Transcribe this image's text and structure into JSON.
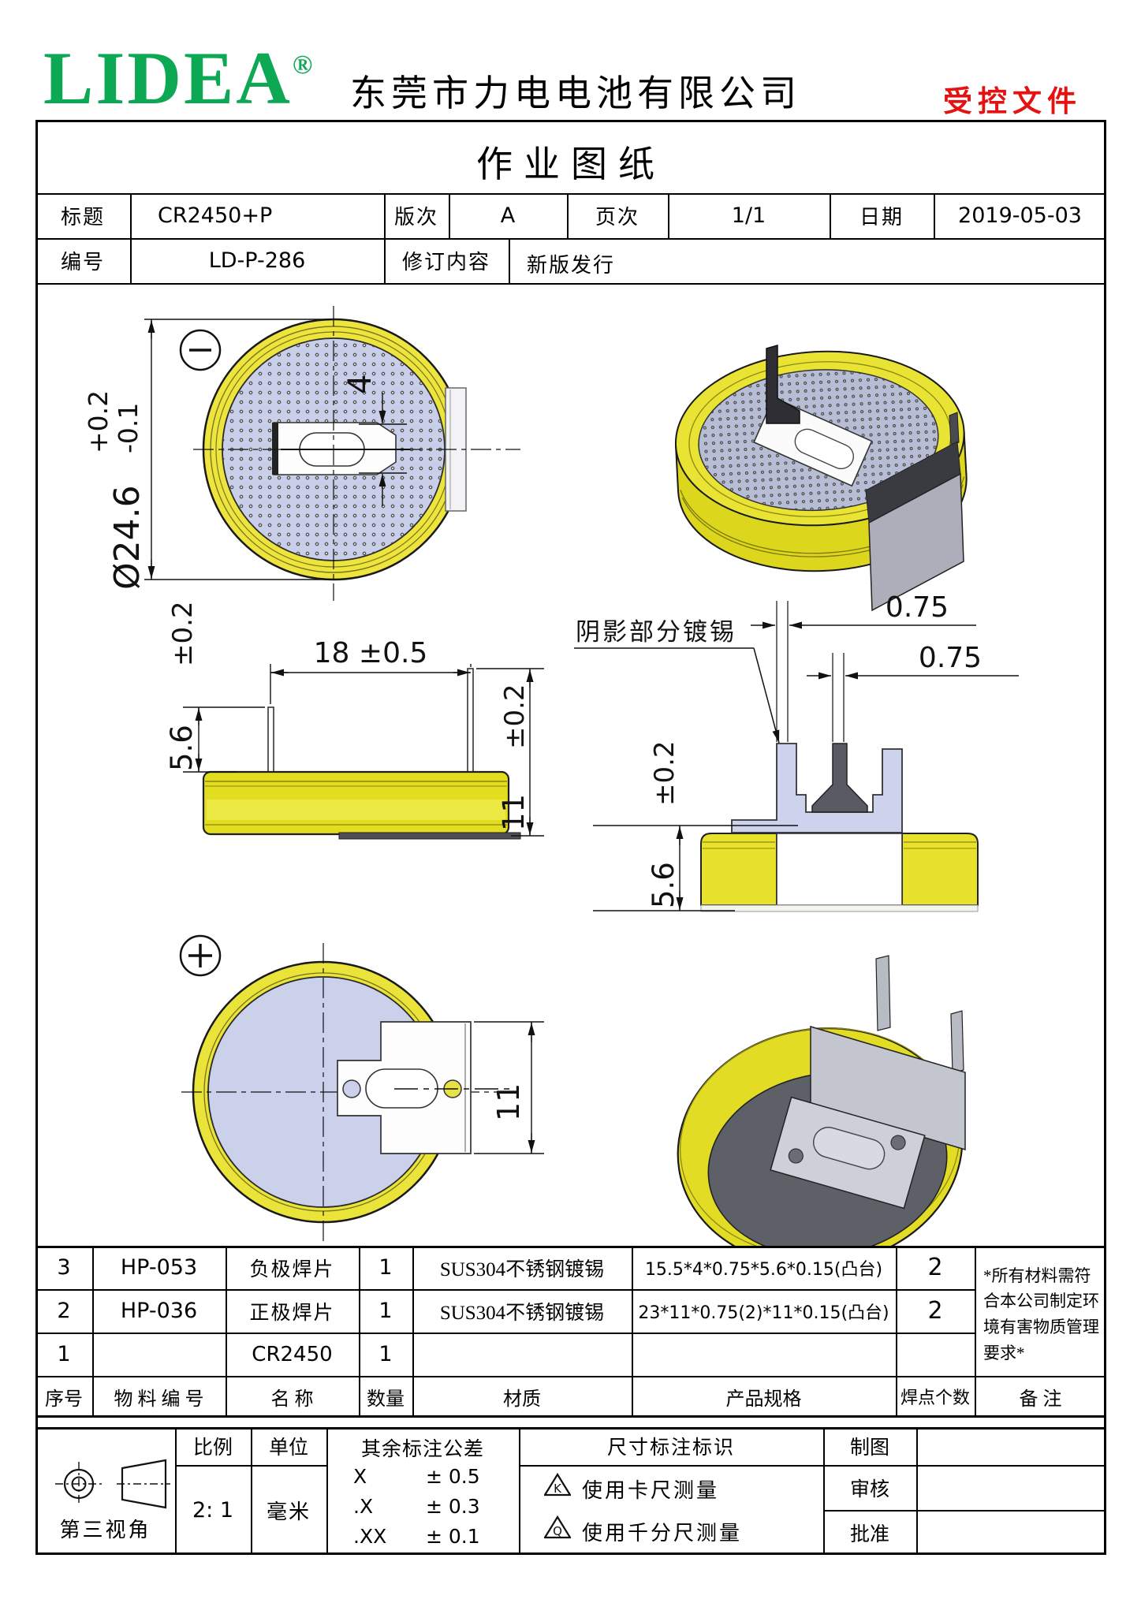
{
  "colors": {
    "logo_green": "#0DA854",
    "controlled_red": "#E51212",
    "battery_yellow": "#E9E336",
    "face_lavender": "#C9CEE9",
    "steel_gray": "#C9CBD5"
  },
  "header": {
    "logo_text": "LIDEA",
    "registered_mark": "®",
    "company_name": "东莞市力电电池有限公司",
    "controlled_label": "受控文件"
  },
  "title_block": {
    "doc_title": "作业图纸",
    "title_label": "标题",
    "title_value": "CR2450+P",
    "rev_label": "版次",
    "rev_value": "A",
    "page_label": "页次",
    "page_value": "1/1",
    "date_label": "日期",
    "date_value": "2019-05-03",
    "no_label": "编号",
    "no_value": "LD-P-286",
    "rev_content_label": "修订内容",
    "rev_content_value": "新版发行"
  },
  "drawings": {
    "dia_tol_plus": "+0.2",
    "dia_tol_minus": "-0.1",
    "dia_value": "Ø24.6",
    "tab_width": "4",
    "pin_spacing": "18 ±0.5",
    "neg_tab_height_tol": "±0.2",
    "neg_tab_height": "5.6",
    "total_height_tol": "±0.2",
    "total_height": "11",
    "shade_note": "阴影部分镀锡",
    "tin_thickness_outer": "0.75",
    "tin_thickness_inner": "0.75",
    "section_height_tol": "±0.2",
    "section_height": "5.6",
    "pos_tab_width": "11"
  },
  "parts_table": {
    "headers": {
      "seq": "序号",
      "part_no": "物 料 编 号",
      "name": "名  称",
      "qty": "数量",
      "material": "材质",
      "spec": "产品规格",
      "weld": "焊点个数",
      "remark": "备  注"
    },
    "rows": [
      {
        "seq": "3",
        "part_no": "HP-053",
        "name": "负极焊片",
        "qty": "1",
        "material": "SUS304不锈钢镀锡",
        "spec": "15.5*4*0.75*5.6*0.15(凸台)",
        "weld": "2"
      },
      {
        "seq": "2",
        "part_no": "HP-036",
        "name": "正极焊片",
        "qty": "1",
        "material": "SUS304不锈钢镀锡",
        "spec": "23*11*0.75(2)*11*0.15(凸台)",
        "weld": "2"
      },
      {
        "seq": "1",
        "part_no": "",
        "name": "CR2450",
        "qty": "1",
        "material": "",
        "spec": "",
        "weld": ""
      }
    ],
    "remark_note": "*所有材料需符合本公司制定环境有害物质管理要求*"
  },
  "footer": {
    "third_angle_label": "第三视角",
    "scale_label": "比例",
    "scale_value": "2: 1",
    "unit_label": "单位",
    "unit_value": "毫米",
    "tol_title": "其余标注公差",
    "tolerances": [
      {
        "name": "X",
        "value": "± 0.5"
      },
      {
        "name": ".X",
        "value": "± 0.3"
      },
      {
        "name": ".XX",
        "value": "± 0.1"
      }
    ],
    "dim_mark_title": "尺寸标注标识",
    "dim_marks": [
      {
        "letter": "K",
        "text": "使用卡尺测量"
      },
      {
        "letter": "Q",
        "text": "使用千分尺测量"
      }
    ],
    "sign_rows": [
      {
        "label": "制图"
      },
      {
        "label": "审核"
      },
      {
        "label": "批准"
      }
    ]
  }
}
